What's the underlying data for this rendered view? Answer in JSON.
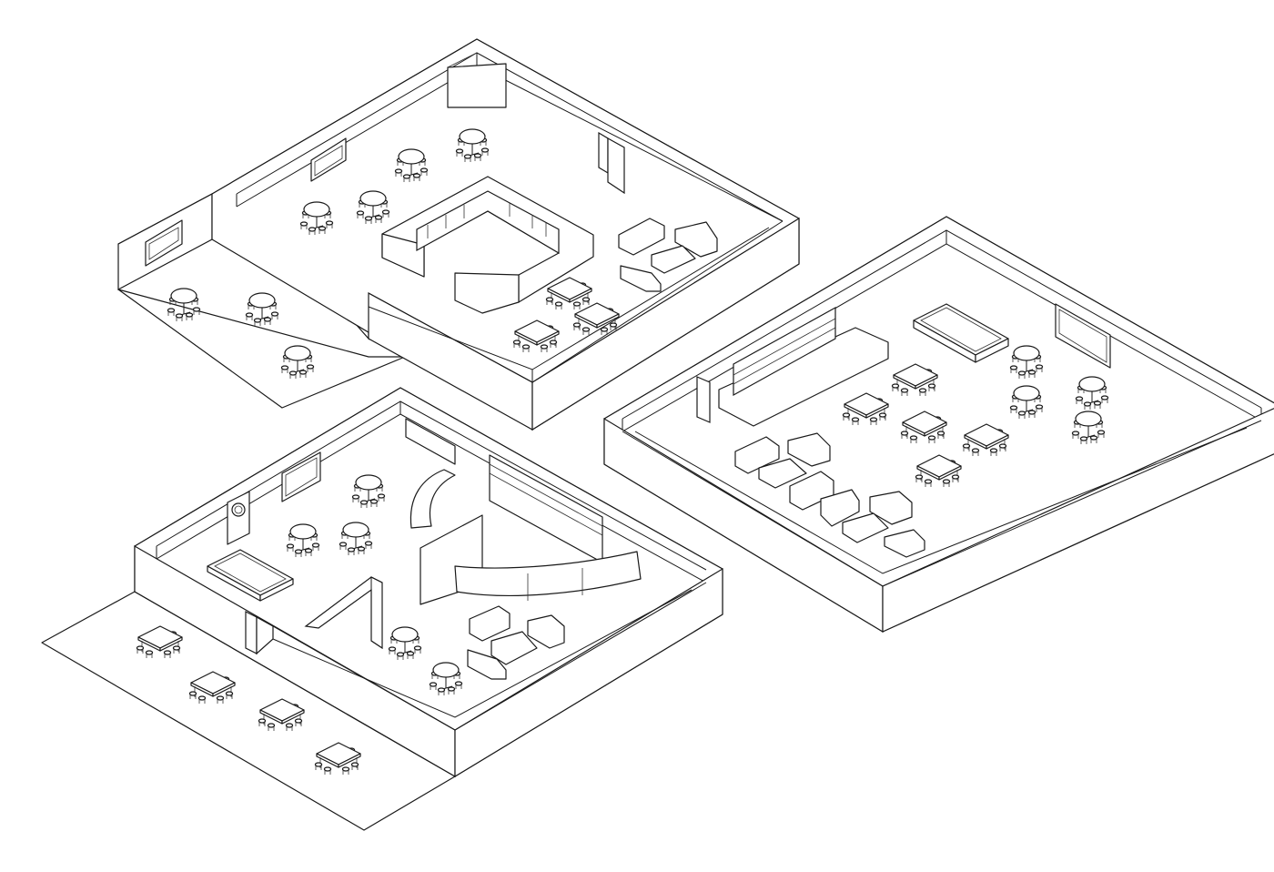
{
  "colors": {
    "background": "#ffffff",
    "line": "#1a1a1a"
  },
  "plans": [
    {
      "id": "plan-top",
      "rooms": [
        "main-hall",
        "side-annex"
      ],
      "features": [
        "square-bar",
        "sofa-lounge",
        "round-tables",
        "square-tables",
        "wall-pictures",
        "wall-screen"
      ]
    },
    {
      "id": "plan-bottom-left",
      "rooms": [
        "bar-room",
        "lounge-nook",
        "terrace"
      ],
      "features": [
        "curved-bar",
        "back-shelf",
        "pool-table",
        "dartboard",
        "round-tables",
        "sofa-lounge",
        "terrace-tables"
      ]
    },
    {
      "id": "plan-right",
      "rooms": [
        "game-room"
      ],
      "features": [
        "straight-bar",
        "pool-table",
        "sofa-lounge",
        "square-tables",
        "round-tables",
        "wall-picture"
      ]
    }
  ]
}
